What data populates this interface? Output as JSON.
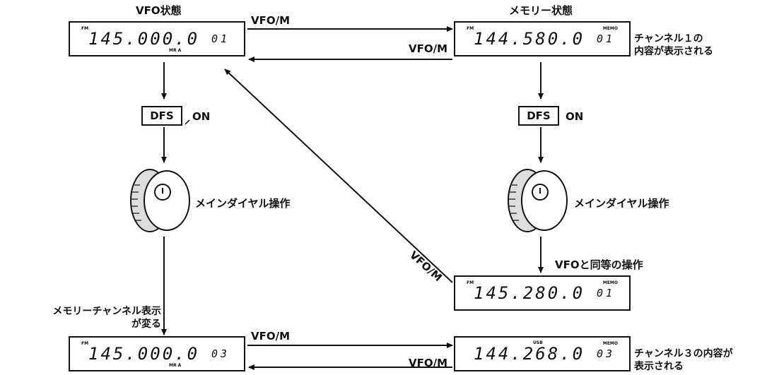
{
  "labels": {
    "vfo_state": "VFO状態",
    "memory_state": "メモリー状態",
    "vfo_m_top_right": "VFO/M",
    "vfo_m_top_left": "VFO/M",
    "vfo_m_diagonal": "VFO/M",
    "vfo_m_bottom_right": "VFO/M",
    "vfo_m_bottom_left": "VFO/M",
    "channel1_line1": "チャンネル１の",
    "channel1_line2": "内容が表示される",
    "dfs_on_left": "ON",
    "dfs_on_right": "ON",
    "main_dial_left": "メインダイヤル操作",
    "main_dial_right": "メインダイヤル操作",
    "vfo_equal_op": "VFOと同等の操作",
    "mem_ch_line1": "メモリーチャンネル表示",
    "mem_ch_line2": "が変る",
    "channel3_line1": "チャンネル３の内容が",
    "channel3_line2": "表示される"
  },
  "buttons": {
    "dfs_left": "DFS",
    "dfs_right": "DFS"
  },
  "displays": {
    "vfo_top": {
      "mode": "FM",
      "freq": "145.000.0",
      "ch": "01",
      "sub": "MR A",
      "right_tag": ""
    },
    "mem_top": {
      "mode": "FM",
      "freq": "144.580.0",
      "ch": "01",
      "sub": "",
      "right_tag": "MEMO"
    },
    "mem_mid": {
      "mode": "FM",
      "freq": "145.280.0",
      "ch": "01",
      "sub": "",
      "right_tag": "MEMO"
    },
    "vfo_bottom": {
      "mode": "FM",
      "freq": "145.000.0",
      "ch": "03",
      "sub": "MR A",
      "right_tag": ""
    },
    "mem_bottom": {
      "mode": "USB",
      "freq": "144.268.0",
      "ch": "03",
      "sub": "",
      "right_tag": "MEMO"
    }
  }
}
